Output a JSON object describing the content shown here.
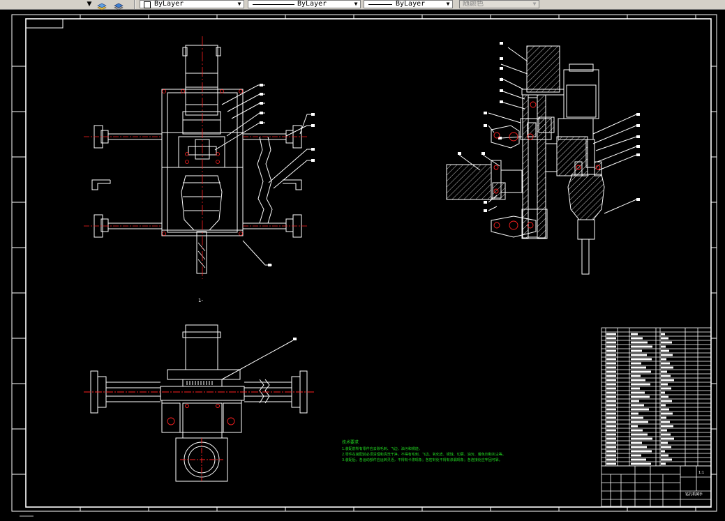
{
  "toolbar": {
    "layer_label": "ByLayer",
    "linetype_label": "ByLayer",
    "lineweight_label": "ByLayer",
    "color_label": "随颜色"
  },
  "drawing": {
    "section_mark": "1-",
    "notes_title": "技术要求",
    "notes": [
      "1.装配前所有零件应去除毛刺、飞边、油污和锈迹。",
      "2.零件在装配前必须清理和清洗干净，不得有毛刺、飞边、氧化皮、锈蚀、切屑、油污、着色剂和灰尘等。",
      "3.装配后，各运动部件应运转灵活，不得有卡滞现象；各密封处不得有渗漏现象；各连接处应牢固可靠。"
    ],
    "title_block": {
      "drawing_name": "钻孔机械手",
      "scale": "1:1"
    }
  },
  "colors": {
    "background": "#000000",
    "lines": "#ffffff",
    "center_lines": "#ff2020",
    "notes": "#22dd22"
  }
}
